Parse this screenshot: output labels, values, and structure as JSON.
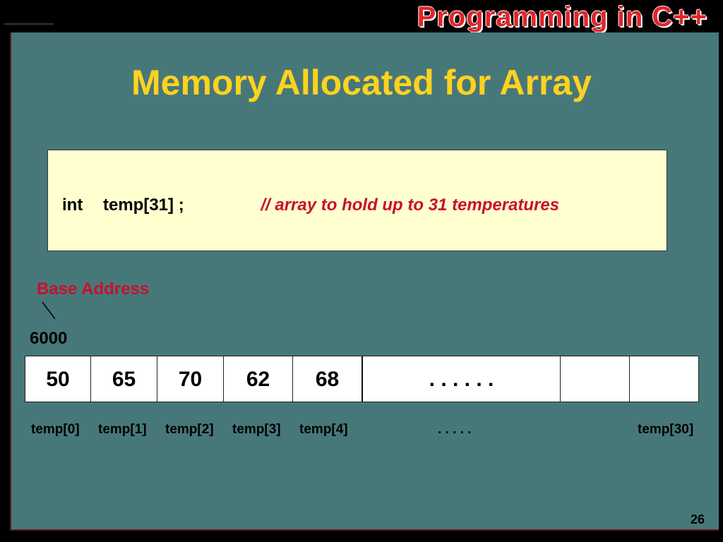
{
  "header": {
    "title": "Programming in C++"
  },
  "slide": {
    "title": "Memory Allocated for Array"
  },
  "code": {
    "keyword": "int",
    "declaration": "temp[31] ;",
    "comment": "// array to hold up to 31 temperatures"
  },
  "memory": {
    "base_label": "Base Address",
    "base_address": "6000",
    "cells": [
      "50",
      "65",
      "70",
      "62",
      "68",
      ". . . . . .",
      "",
      ""
    ],
    "indices": [
      "temp[0]",
      "temp[1]",
      "temp[2]",
      "temp[3]",
      "temp[4]",
      ". . . . .",
      "temp[30]"
    ]
  },
  "footer": {
    "page_number": "26"
  }
}
